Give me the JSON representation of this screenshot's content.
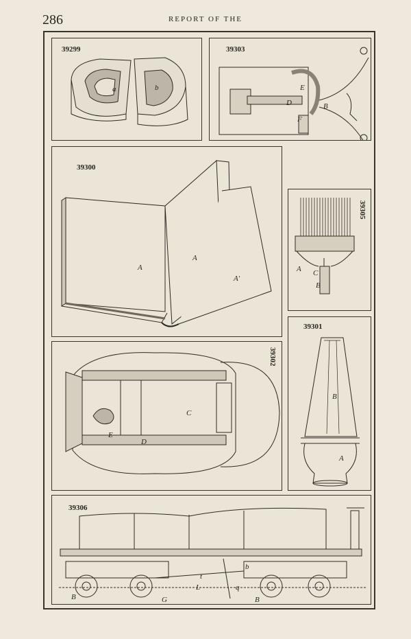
{
  "header": {
    "page_number": "286",
    "running_title": "REPORT OF THE"
  },
  "figures": [
    {
      "id": "39299",
      "labels": [
        "a",
        "b"
      ]
    },
    {
      "id": "39303",
      "labels": [
        "E",
        "D",
        "B",
        "F"
      ]
    },
    {
      "id": "39300",
      "labels": [
        "A",
        "A",
        "A′"
      ]
    },
    {
      "id": "39305",
      "labels": [
        "A",
        "C",
        "B"
      ]
    },
    {
      "id": "39302",
      "labels": [
        "C",
        "E",
        "D"
      ]
    },
    {
      "id": "39301",
      "labels": [
        "B",
        "A"
      ]
    },
    {
      "id": "39306",
      "labels": [
        "B",
        "G",
        "L",
        "B",
        "t",
        "q",
        "b"
      ]
    }
  ]
}
